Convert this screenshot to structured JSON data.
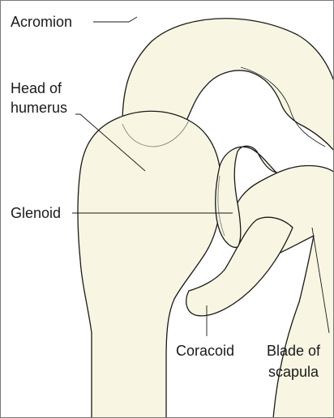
{
  "labels": {
    "acromion": "Acromion",
    "head_of_humerus_line1": "Head of",
    "head_of_humerus_line2": "humerus",
    "glenoid": "Glenoid",
    "coracoid": "Coracoid",
    "blade_of_scapula_line1": "Blade of",
    "blade_of_scapula_line2": "scapula"
  },
  "colors": {
    "bone_fill": "#f8f6e2",
    "outline": "#1a1a1a",
    "background": "#ffffff"
  }
}
